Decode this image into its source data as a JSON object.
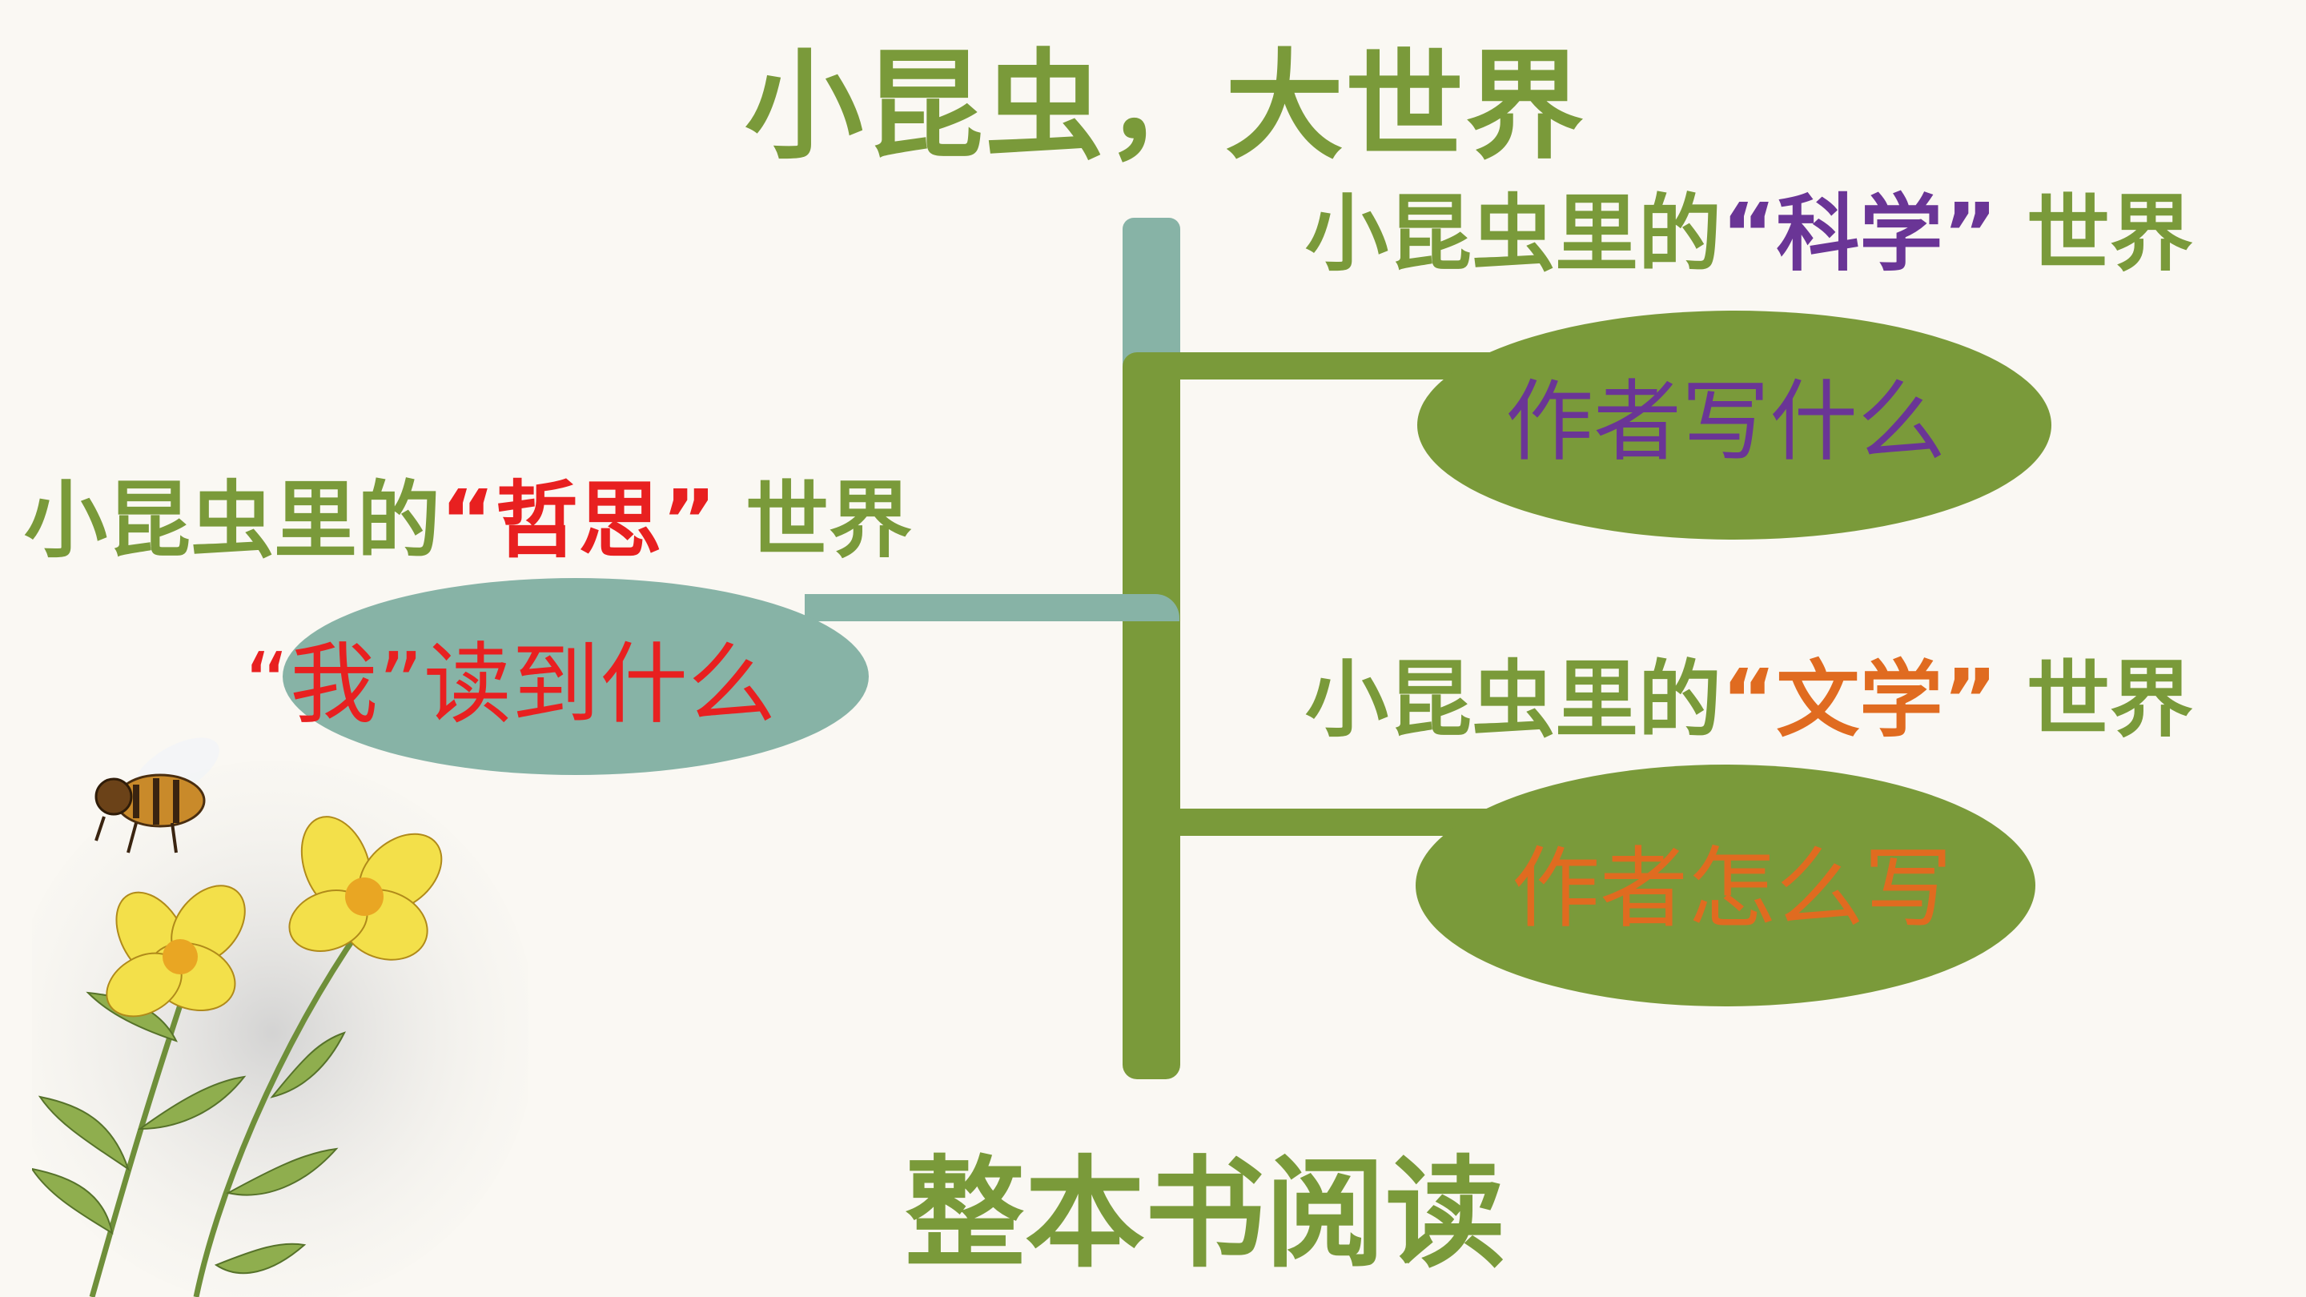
{
  "title": "小昆虫，大世界",
  "bottom_title": "整本书阅读",
  "branches": {
    "left": {
      "heading_prefix": "小昆虫里的",
      "heading_highlight": "“哲思”",
      "heading_suffix": " 世界",
      "oval_label": "“我”读到什么"
    },
    "right_top": {
      "heading_prefix": "小昆虫里的",
      "heading_highlight": "“科学”",
      "heading_suffix": " 世界",
      "oval_label": "作者写什么"
    },
    "right_bottom": {
      "heading_prefix": "小昆虫里的",
      "heading_highlight": "“文学”",
      "heading_suffix": " 世界",
      "oval_label": "作者怎么写"
    }
  },
  "colors": {
    "green": "#7a9a3a",
    "teal": "#87b3a6",
    "purple": "#6a3596",
    "orange": "#e06b20",
    "red": "#e82020"
  },
  "icons": [
    "bee-icon",
    "flower-illustration"
  ]
}
